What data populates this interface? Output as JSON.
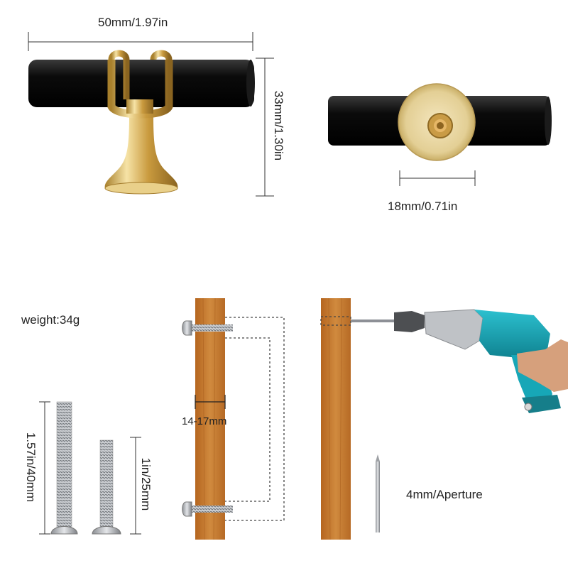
{
  "labels": {
    "length": "50mm/1.97in",
    "height": "33mm/1.30in",
    "base_diameter": "18mm/0.71in",
    "weight": "weight:34g",
    "long_screw": "1.57in/40mm",
    "short_screw": "1in/25mm",
    "board_thickness": "14-17mm",
    "aperture": "4mm/Aperture"
  },
  "colors": {
    "bar": "#0d0d0d",
    "gold": "#d9b45a",
    "wood": "#c7782c",
    "drill_body": "#1aa0b0",
    "drill_grey": "#b9bcc0",
    "dim_line": "#333333"
  }
}
